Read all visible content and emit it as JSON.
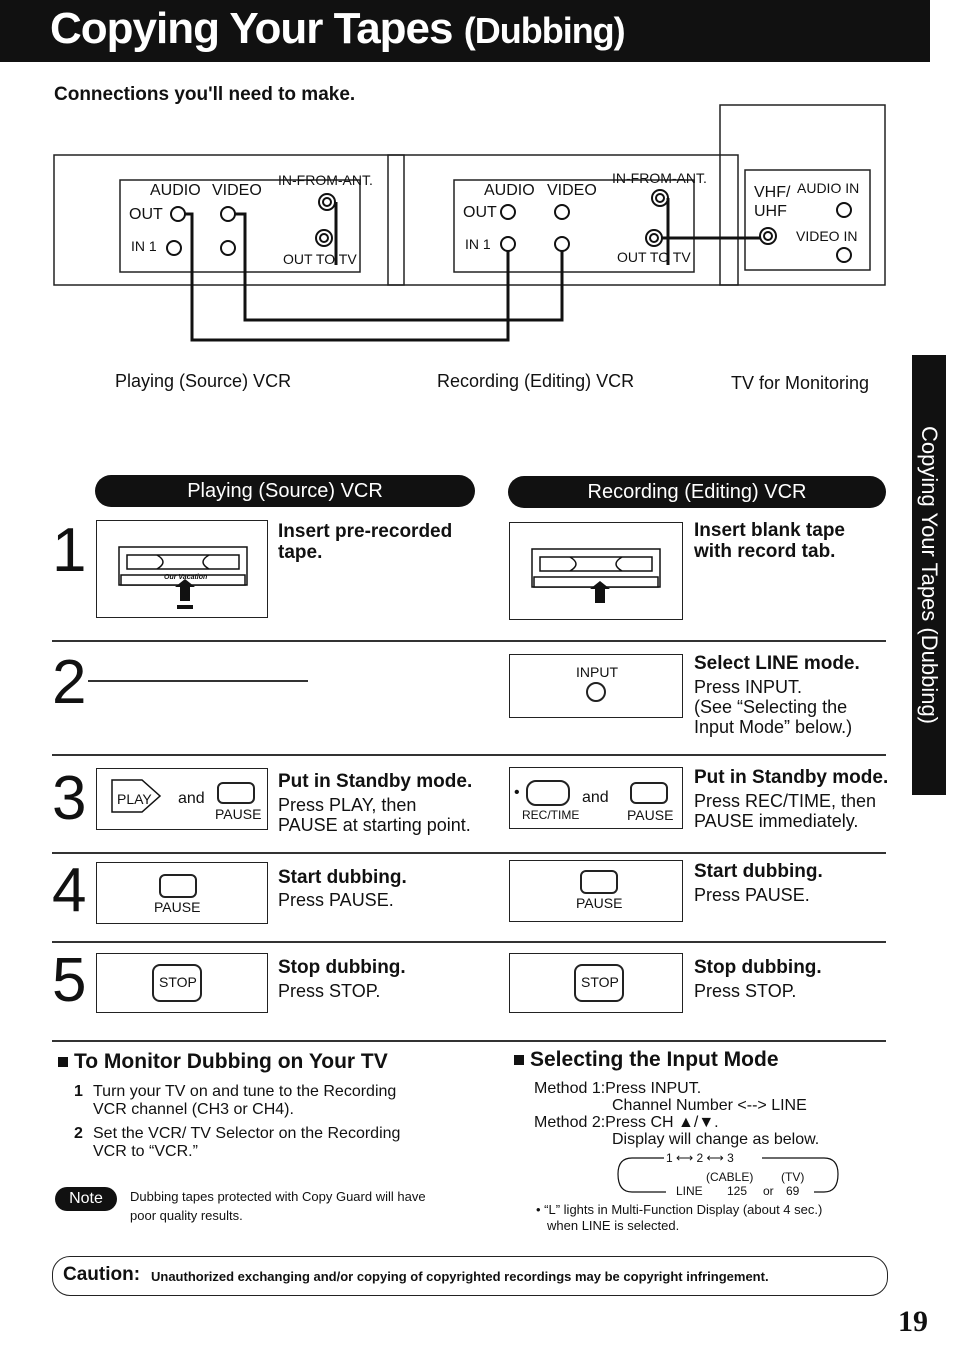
{
  "header": {
    "title": "Copying Your Tapes",
    "subtitle": "(Dubbing)"
  },
  "side_tab": "Copying Your Tapes (Dubbing)",
  "connections": {
    "heading": "Connections you'll need to make.",
    "vcr1": {
      "audio": "AUDIO",
      "video": "VIDEO",
      "out": "OUT",
      "in1": "IN 1",
      "in_from_ant": "IN-FROM-ANT.",
      "out_to_tv": "OUT TO TV",
      "caption": "Playing (Source) VCR"
    },
    "vcr2": {
      "audio": "AUDIO",
      "video": "VIDEO",
      "out": "OUT",
      "in1": "IN 1",
      "in_from_ant": "IN-FROM-ANT.",
      "out_to_tv": "OUT TO TV",
      "caption": "Recording (Editing) VCR"
    },
    "tv": {
      "vhf": "VHF/",
      "uhf": "UHF",
      "audio_in": "AUDIO IN",
      "video_in": "VIDEO IN",
      "caption": "TV for Monitoring"
    }
  },
  "columns": {
    "left": "Playing (Source) VCR",
    "right": "Recording (Editing) VCR"
  },
  "steps": {
    "s1": {
      "num": "1",
      "left_head": "Insert pre-recorded tape.",
      "tape_label": "Our Vacation",
      "right_head": "Insert blank tape with record tab."
    },
    "s2": {
      "num": "2",
      "input_label": "INPUT",
      "right_head": "Select LINE mode.",
      "right_text1": "Press INPUT.",
      "right_text2": "(See “Selecting the",
      "right_text3": "Input Mode” below.)"
    },
    "s3": {
      "num": "3",
      "play_label": "PLAY",
      "and": "and",
      "pause_label": "PAUSE",
      "rec_label": "REC/TIME",
      "left_head": "Put in Standby mode.",
      "left_text1": "Press PLAY, then",
      "left_text2": "PAUSE at starting point.",
      "right_head": "Put in Standby mode.",
      "right_text1": "Press REC/TIME, then",
      "right_text2": "PAUSE immediately."
    },
    "s4": {
      "num": "4",
      "pause_label": "PAUSE",
      "left_head": "Start dubbing.",
      "left_text": "Press PAUSE.",
      "right_head": "Start dubbing.",
      "right_text": "Press PAUSE."
    },
    "s5": {
      "num": "5",
      "stop_label": "STOP",
      "left_head": "Stop dubbing.",
      "left_text": "Press STOP.",
      "right_head": "Stop dubbing.",
      "right_text": "Press STOP."
    }
  },
  "monitor": {
    "heading": "To Monitor Dubbing on Your TV",
    "item1_num": "1",
    "item1_a": "Turn your TV on and tune to the Recording",
    "item1_b": "VCR channel (CH3 or CH4).",
    "item2_num": "2",
    "item2_a": "Set the VCR/ TV Selector on the Recording",
    "item2_b": "VCR to “VCR.”",
    "note_badge": "Note",
    "note_a": "Dubbing tapes protected with Copy Guard will have",
    "note_b": "poor quality results."
  },
  "input_mode": {
    "heading": "Selecting the Input Mode",
    "m1": "Method 1:Press INPUT.",
    "m1b": "Channel Number <--> LINE",
    "m2": "Method 2:Press CH ▲/▼.",
    "m2b": "Display will change as below.",
    "seq": "1 ⟷ 2 ⟷ 3",
    "cable": "(CABLE)",
    "tv": "(TV)",
    "line": "LINE",
    "c125": "125",
    "or": "or",
    "c69": "69",
    "bullet_a": "• “L” lights in Multi-Function Display (about 4 sec.)",
    "bullet_b": "when LINE is selected."
  },
  "caution": {
    "label": "Caution:",
    "text": "Unauthorized exchanging and/or copying of copyrighted recordings may be copyright infringement."
  },
  "page_number": "19"
}
